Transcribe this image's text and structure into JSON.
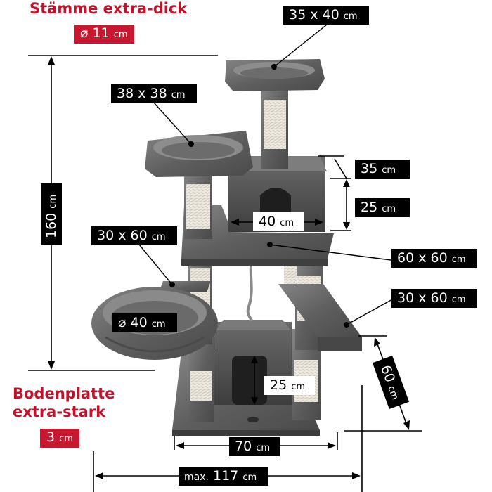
{
  "header": {
    "trunk_title": "Stämme extra-dick",
    "trunk_diameter": {
      "symbol": "⌀",
      "value": "11",
      "unit": "cm"
    }
  },
  "base": {
    "title_line1": "Bodenplatte",
    "title_line2": "extra-stark",
    "thickness": {
      "value": "3",
      "unit": "cm"
    }
  },
  "labels": {
    "top_platform": {
      "value": "35 x 40",
      "unit": "cm"
    },
    "left_bed": {
      "value": "38 x 38",
      "unit": "cm"
    },
    "left_shelf": {
      "value": "30 x 60",
      "unit": "cm"
    },
    "house_depth": {
      "value": "35",
      "unit": "cm"
    },
    "house_height": {
      "value": "25",
      "unit": "cm"
    },
    "house_width": {
      "value": "40",
      "unit": "cm"
    },
    "mid_platform": {
      "value": "60 x 60",
      "unit": "cm"
    },
    "right_shelf": {
      "value": "30 x 60",
      "unit": "cm"
    },
    "basket": {
      "symbol": "⌀",
      "value": "40",
      "unit": "cm"
    },
    "cave_height": {
      "value": "25",
      "unit": "cm"
    },
    "base_depth": {
      "value": "60",
      "unit": "cm"
    },
    "base_width": {
      "value": "70",
      "unit": "cm"
    },
    "max_width": {
      "prefix": "max.",
      "value": "117",
      "unit": "cm"
    },
    "total_height": {
      "value": "160",
      "unit": "cm"
    }
  },
  "colors": {
    "accent_red": "#c7182f",
    "label_bg": "#000000",
    "plush": "#6e6e6e",
    "sisal": "#e9e4dc"
  }
}
